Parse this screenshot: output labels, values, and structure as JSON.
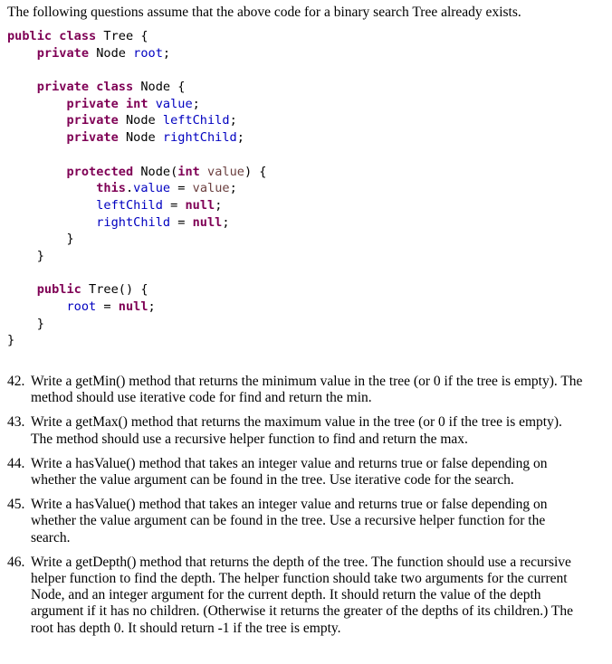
{
  "intro": "The following questions assume that the above code for a binary search Tree already exists.",
  "code": {
    "lines": [
      [
        {
          "t": "public class",
          "c": "kw"
        },
        {
          "t": " Tree {",
          "c": ""
        }
      ],
      [
        {
          "t": "    ",
          "c": ""
        },
        {
          "t": "private",
          "c": "kw"
        },
        {
          "t": " Node ",
          "c": ""
        },
        {
          "t": "root",
          "c": "fld"
        },
        {
          "t": ";",
          "c": ""
        }
      ],
      [
        {
          "t": "",
          "c": ""
        }
      ],
      [
        {
          "t": "    ",
          "c": ""
        },
        {
          "t": "private class",
          "c": "kw"
        },
        {
          "t": " Node {",
          "c": ""
        }
      ],
      [
        {
          "t": "        ",
          "c": ""
        },
        {
          "t": "private int",
          "c": "kw"
        },
        {
          "t": " ",
          "c": ""
        },
        {
          "t": "value",
          "c": "fld"
        },
        {
          "t": ";",
          "c": ""
        }
      ],
      [
        {
          "t": "        ",
          "c": ""
        },
        {
          "t": "private",
          "c": "kw"
        },
        {
          "t": " Node ",
          "c": ""
        },
        {
          "t": "leftChild",
          "c": "fld"
        },
        {
          "t": ";",
          "c": ""
        }
      ],
      [
        {
          "t": "        ",
          "c": ""
        },
        {
          "t": "private",
          "c": "kw"
        },
        {
          "t": " Node ",
          "c": ""
        },
        {
          "t": "rightChild",
          "c": "fld"
        },
        {
          "t": ";",
          "c": ""
        }
      ],
      [
        {
          "t": "",
          "c": ""
        }
      ],
      [
        {
          "t": "        ",
          "c": ""
        },
        {
          "t": "protected",
          "c": "kw"
        },
        {
          "t": " Node(",
          "c": ""
        },
        {
          "t": "int",
          "c": "kw"
        },
        {
          "t": " ",
          "c": ""
        },
        {
          "t": "value",
          "c": "prm"
        },
        {
          "t": ") {",
          "c": ""
        }
      ],
      [
        {
          "t": "            ",
          "c": ""
        },
        {
          "t": "this",
          "c": "kw"
        },
        {
          "t": ".",
          "c": ""
        },
        {
          "t": "value",
          "c": "fld"
        },
        {
          "t": " = ",
          "c": ""
        },
        {
          "t": "value",
          "c": "prm"
        },
        {
          "t": ";",
          "c": ""
        }
      ],
      [
        {
          "t": "            ",
          "c": ""
        },
        {
          "t": "leftChild",
          "c": "fld"
        },
        {
          "t": " = ",
          "c": ""
        },
        {
          "t": "null",
          "c": "kw"
        },
        {
          "t": ";",
          "c": ""
        }
      ],
      [
        {
          "t": "            ",
          "c": ""
        },
        {
          "t": "rightChild",
          "c": "fld"
        },
        {
          "t": " = ",
          "c": ""
        },
        {
          "t": "null",
          "c": "kw"
        },
        {
          "t": ";",
          "c": ""
        }
      ],
      [
        {
          "t": "        }",
          "c": ""
        }
      ],
      [
        {
          "t": "    }",
          "c": ""
        }
      ],
      [
        {
          "t": "",
          "c": ""
        }
      ],
      [
        {
          "t": "    ",
          "c": ""
        },
        {
          "t": "public",
          "c": "kw"
        },
        {
          "t": " Tree() {",
          "c": ""
        }
      ],
      [
        {
          "t": "        ",
          "c": ""
        },
        {
          "t": "root",
          "c": "fld"
        },
        {
          "t": " = ",
          "c": ""
        },
        {
          "t": "null",
          "c": "kw"
        },
        {
          "t": ";",
          "c": ""
        }
      ],
      [
        {
          "t": "    }",
          "c": ""
        }
      ],
      [
        {
          "t": "}",
          "c": ""
        }
      ]
    ]
  },
  "questions": [
    {
      "num": "42.",
      "text": "Write a getMin() method that returns the minimum value in the tree (or 0 if the tree is empty). The method should use iterative code for find and return the min."
    },
    {
      "num": "43.",
      "text": "Write a getMax() method that returns the maximum value in the tree (or 0 if the tree is empty). The method should use a recursive helper function to find and return the max."
    },
    {
      "num": "44.",
      "text": "Write a hasValue() method that takes an integer value and returns true or false depending on whether the value argument can be found in the tree.  Use iterative code for the search."
    },
    {
      "num": "45.",
      "text": "Write a hasValue() method that takes an integer value and returns true or false depending on whether the value argument can be found in the tree.  Use a recursive helper function for the search."
    },
    {
      "num": "46.",
      "text": "Write a getDepth() method that returns the depth of the tree. The function should use a recursive helper function to find the depth.  The helper function should take two arguments for the current Node, and an integer argument for the current depth. It should return the value of the depth argument if it has no children. (Otherwise it returns the greater of the depths of its children.)  The root has depth 0.  It should return -1 if the tree is empty."
    }
  ],
  "colors": {
    "keyword": "#7F0055",
    "field": "#0000C0",
    "parameter": "#6A3E3E",
    "text": "#000000"
  }
}
